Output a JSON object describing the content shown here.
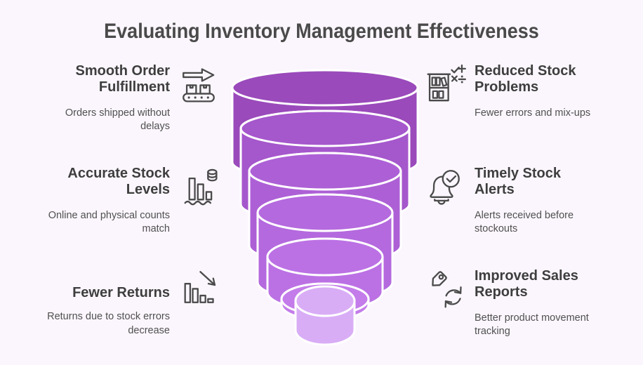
{
  "title": "Evaluating Inventory Management Effectiveness",
  "colors": {
    "background": "#fbf6fd",
    "title_text": "#4a4a4a",
    "heading_text": "#3e3e3e",
    "body_text": "#505050",
    "icon_stroke": "#4a4a4a",
    "funnel_outline": "#ffffff"
  },
  "left_items": [
    {
      "icon": "conveyor-shipping-icon",
      "title": "Smooth Order Fulfillment",
      "description": "Orders shipped without delays"
    },
    {
      "icon": "stock-bars-coins-icon",
      "title": "Accurate Stock Levels",
      "description": "Online and physical counts match"
    },
    {
      "icon": "declining-bars-arrow-icon",
      "title": "Fewer Returns",
      "description": "Returns due to stock errors decrease"
    }
  ],
  "right_items": [
    {
      "icon": "shelf-calculation-icon",
      "title": "Reduced Stock Problems",
      "description": "Fewer errors and mix-ups"
    },
    {
      "icon": "bell-check-icon",
      "title": "Timely Stock Alerts",
      "description": "Alerts received before stockouts"
    },
    {
      "icon": "tag-refresh-icon",
      "title": "Improved Sales Reports",
      "description": "Better product movement tracking"
    }
  ],
  "funnel": {
    "layer_colors": [
      "#9a4abb",
      "#a557cc",
      "#ad60d6",
      "#b469de",
      "#bb71e4",
      "#c47cea",
      "#d9adf6"
    ]
  }
}
